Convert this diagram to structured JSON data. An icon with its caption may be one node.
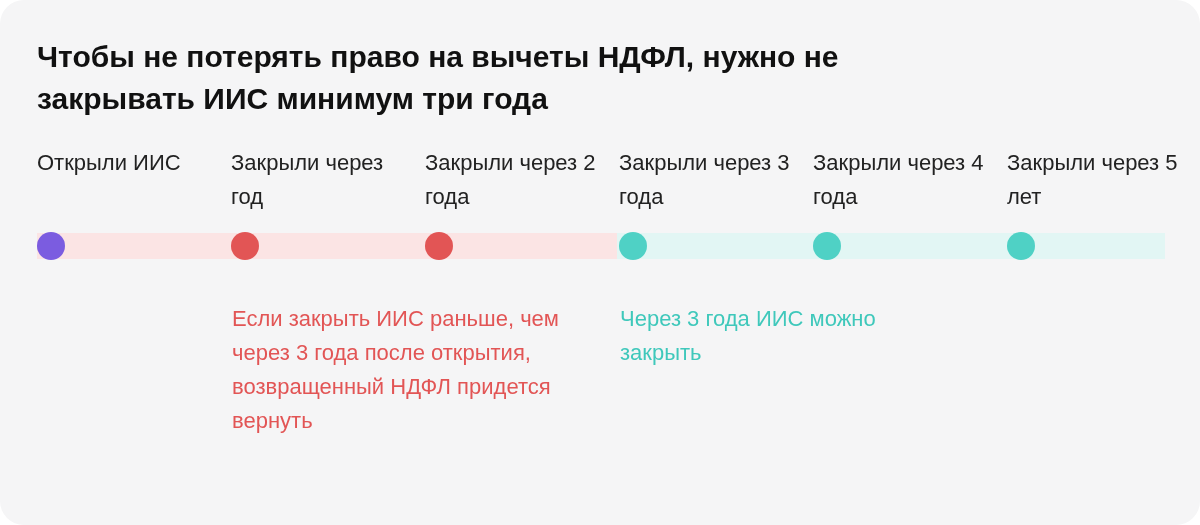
{
  "diagram": {
    "title": "Чтобы не потерять право на вычеты НДФЛ, нужно не закрывать ИИС минимум три года",
    "nodes": [
      {
        "text": [],
        "shape": "circle",
        "beside": [
          "Открыли ИИС"
        ]
      },
      {
        "text": [],
        "shape": "circle",
        "beside": [
          "Закрыли через год"
        ]
      },
      {
        "text": [],
        "shape": "circle",
        "beside": [
          "Закрыли через 2 года"
        ]
      },
      {
        "text": [],
        "shape": "circle",
        "beside": [
          "Закрыли через 3 года"
        ]
      },
      {
        "text": [],
        "shape": "circle",
        "beside": [
          "Закрыли через 4 года"
        ]
      },
      {
        "text": [],
        "shape": "circle",
        "beside": [
          "Закрыли через 5 лет"
        ]
      }
    ],
    "labels": [
      "Если закрыть ИИС раньше, чем через 3 года после открытия, возвращенный НДФЛ придется вернуть",
      "Через 3 года ИИС можно закрыть"
    ]
  }
}
